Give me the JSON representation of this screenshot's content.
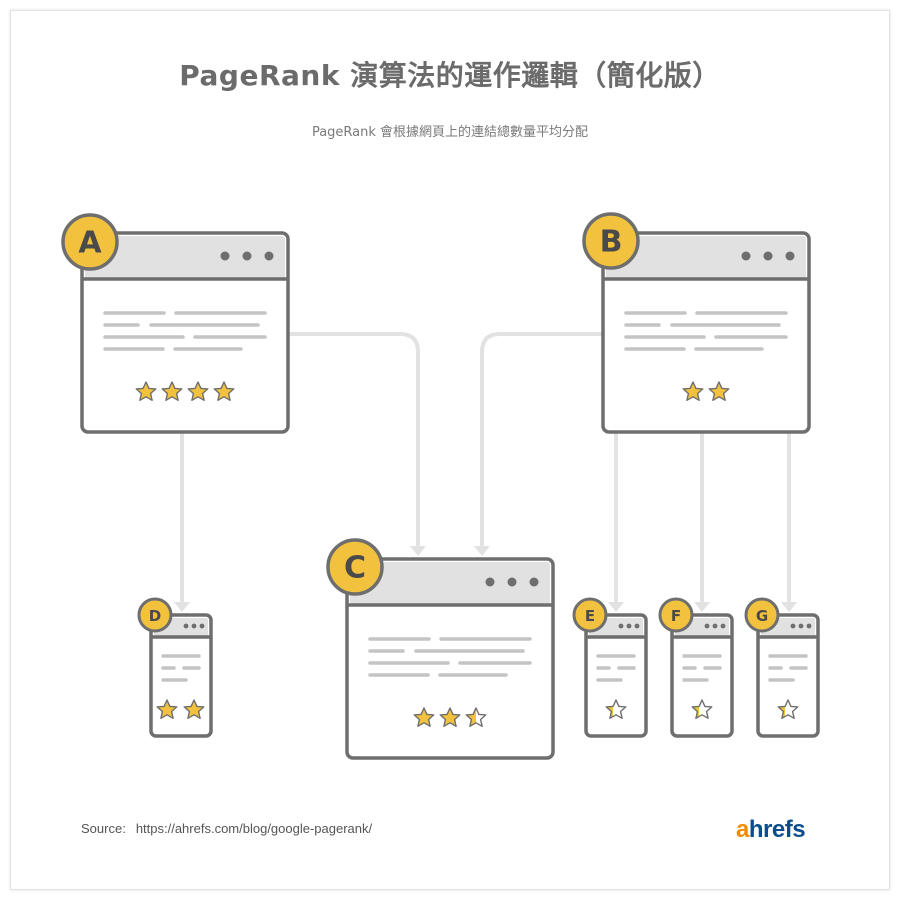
{
  "header": {
    "title": "PageRank 演算法的運作邏輯（簡化版）",
    "subtitle": "PageRank 會根據網頁上的連結總數量平均分配"
  },
  "colors": {
    "badge": "#f2c23e",
    "outline": "#6e6e6e",
    "titlebar": "#e1e1e1",
    "text_lines": "#c4c4c4",
    "connector": "#e2e2e2",
    "star": "#f2c23e",
    "logo_a": "#f08c00",
    "logo_rest": "#0b4c8c"
  },
  "nodes": [
    {
      "id": "A",
      "label": "A",
      "stars": 4,
      "size": "large"
    },
    {
      "id": "B",
      "label": "B",
      "stars": 2,
      "size": "large"
    },
    {
      "id": "C",
      "label": "C",
      "stars": 2.5,
      "size": "large"
    },
    {
      "id": "D",
      "label": "D",
      "stars": 2,
      "size": "small"
    },
    {
      "id": "E",
      "label": "E",
      "stars": 0.67,
      "size": "small"
    },
    {
      "id": "F",
      "label": "F",
      "stars": 0.67,
      "size": "small"
    },
    {
      "id": "G",
      "label": "G",
      "stars": 0.67,
      "size": "small"
    }
  ],
  "edges": [
    {
      "from": "A",
      "to": "C"
    },
    {
      "from": "A",
      "to": "D"
    },
    {
      "from": "B",
      "to": "C"
    },
    {
      "from": "B",
      "to": "E"
    },
    {
      "from": "B",
      "to": "F"
    },
    {
      "from": "B",
      "to": "G"
    }
  ],
  "footer": {
    "source_label": "Source:",
    "source_url": "https://ahrefs.com/blog/google-pagerank/",
    "logo_a": "a",
    "logo_rest": "hrefs"
  }
}
